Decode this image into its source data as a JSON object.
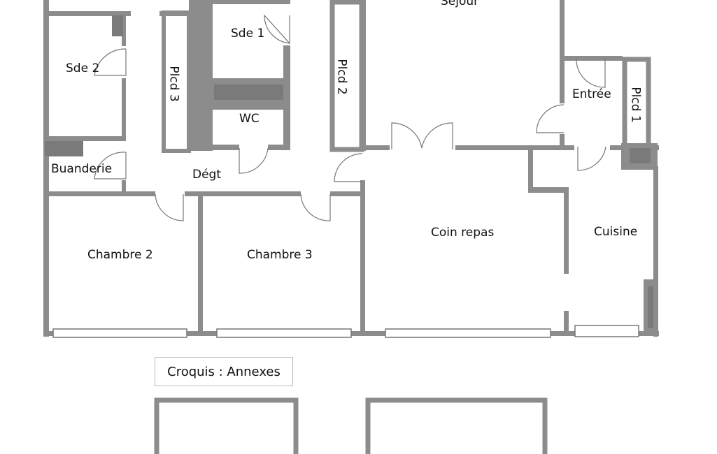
{
  "rooms": {
    "sejour": "Séjour",
    "sde1": "Sde 1",
    "sde2": "Sde 2",
    "plcd1": "Plcd 1",
    "plcd2": "Plcd 2",
    "plcd3": "Plcd 3",
    "wc": "WC",
    "entree": "Entrée",
    "buanderie": "Buanderie",
    "degt": "Dégt",
    "coin_repas": "Coin repas",
    "cuisine": "Cuisine",
    "chambre2": "Chambre 2",
    "chambre3": "Chambre 3"
  },
  "caption": "Croquis : Annexes",
  "colors": {
    "wall": "#8c8c8c",
    "background": "#ffffff"
  }
}
